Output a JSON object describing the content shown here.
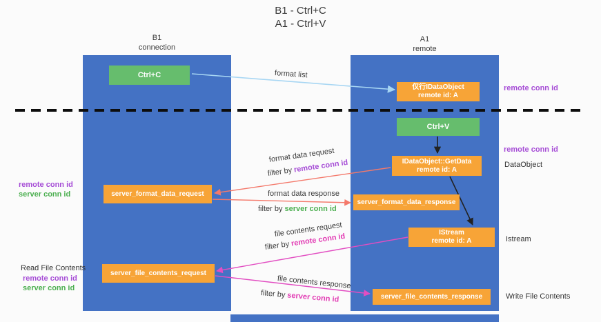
{
  "title": {
    "line1": "B1 - Ctrl+C",
    "line2": "A1 - Ctrl+V"
  },
  "lanes": {
    "left": {
      "name": "B1",
      "role": "connection"
    },
    "right": {
      "name": "A1",
      "role": "remote"
    }
  },
  "nodes": {
    "ctrl_c": {
      "label": "Ctrl+C"
    },
    "ctrl_v": {
      "label": "Ctrl+V"
    },
    "idataobject": {
      "line1": "仅行IDataObject",
      "line2": "remote id: A"
    },
    "getdata": {
      "line1": "IDataObject::GetData",
      "line2": "remote id: A"
    },
    "istream": {
      "line1": "IStream",
      "line2": "remote id: A"
    },
    "format_request": {
      "label": "server_format_data_request"
    },
    "format_response": {
      "label": "server_format_data_response"
    },
    "file_request": {
      "label": "server_file_contents_request"
    },
    "file_response": {
      "label": "server_file_contents_response"
    }
  },
  "arrow_labels": {
    "format_list": "format list",
    "format_data_request": "format data request",
    "format_data_response": "format data response",
    "file_contents_request": "file contents request",
    "file_contents_response": "file contents response",
    "filter_by": "filter by",
    "remote_conn_id": "remote conn id",
    "server_conn_id": "server conn id"
  },
  "side_labels": {
    "right_remote_conn_id_1": "remote conn id",
    "right_remote_conn_id_2": "remote conn id",
    "data_object": "DataObject",
    "istream": "Istream",
    "write_file_contents": "Write File Contents",
    "left_remote_conn_id_1": "remote conn id",
    "left_server_conn_id_1": "server conn id",
    "read_file_contents": "Read File Contents",
    "left_remote_conn_id_2": "remote conn id",
    "left_server_conn_id_2": "server conn id"
  },
  "colors": {
    "lane_blue": "#4472c4",
    "node_orange": "#f7a437",
    "node_green": "#66bd6d",
    "purple_text": "#a64dd6",
    "green_text": "#4caf50",
    "pink_text": "#e23cb4",
    "arrow_red": "#f4796b",
    "arrow_pink": "#e24ec2",
    "arrow_blue": "#a7d6f3",
    "arrow_black": "#222222"
  }
}
